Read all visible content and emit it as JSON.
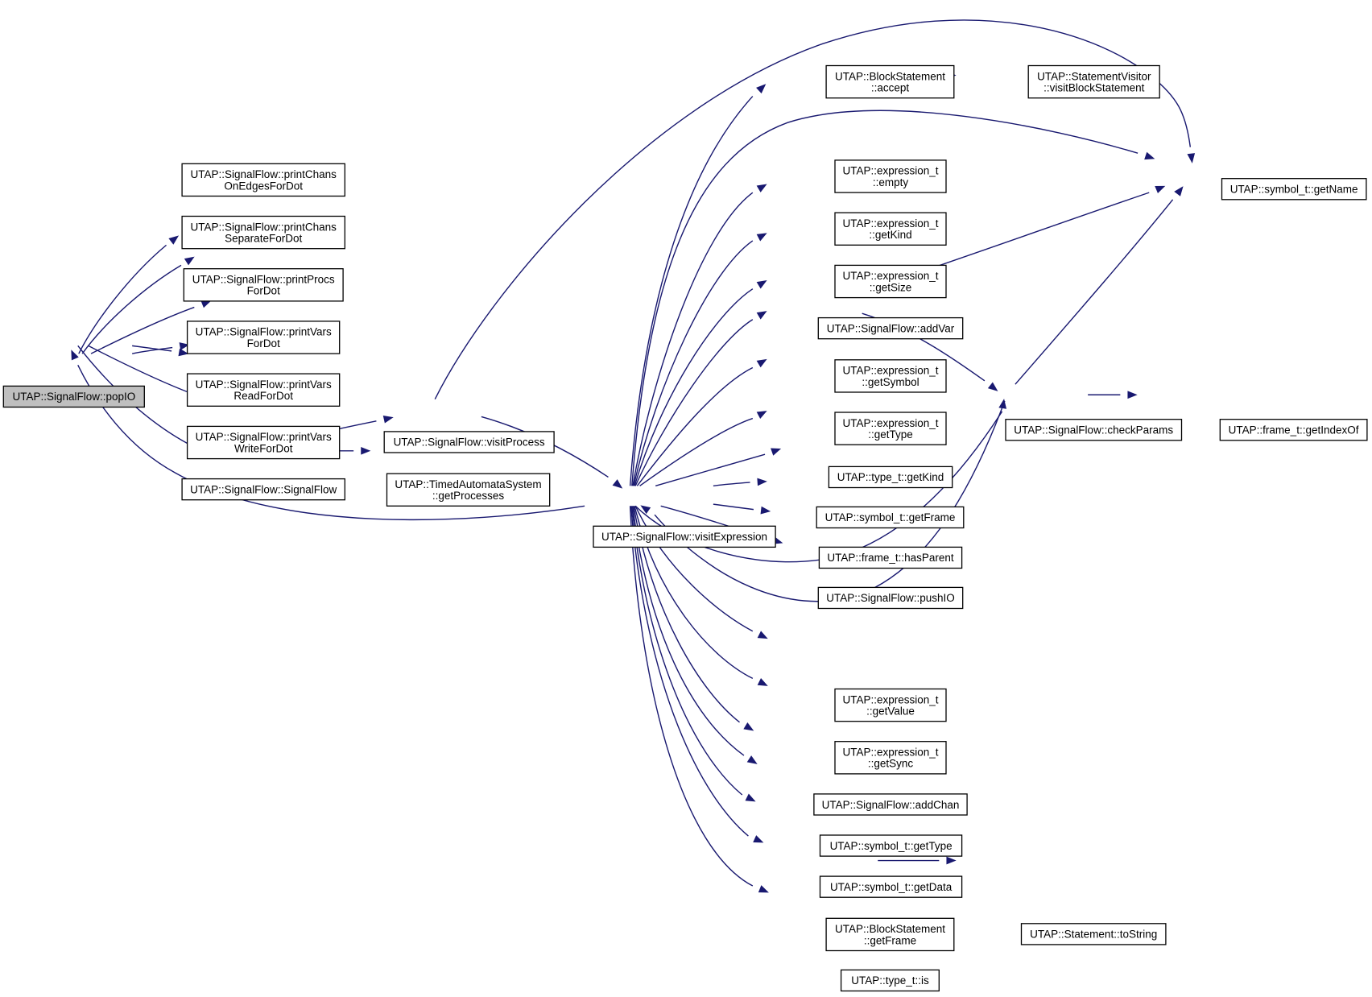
{
  "colors": {
    "edge": "#191970",
    "node_border": "#000000",
    "node_fill": "#ffffff",
    "root_fill": "#bfbfbf",
    "background": "#ffffff"
  },
  "nodes": {
    "popIO": {
      "lines": [
        "UTAP::SignalFlow::popIO"
      ]
    },
    "printChansOnEdges": {
      "lines": [
        "UTAP::SignalFlow::printChans",
        "OnEdgesForDot"
      ]
    },
    "printChansSeparate": {
      "lines": [
        "UTAP::SignalFlow::printChans",
        "SeparateForDot"
      ]
    },
    "printProcs": {
      "lines": [
        "UTAP::SignalFlow::printProcs",
        "ForDot"
      ]
    },
    "printVars": {
      "lines": [
        "UTAP::SignalFlow::printVars",
        "ForDot"
      ]
    },
    "printVarsRead": {
      "lines": [
        "UTAP::SignalFlow::printVars",
        "ReadForDot"
      ]
    },
    "printVarsWrite": {
      "lines": [
        "UTAP::SignalFlow::printVars",
        "WriteForDot"
      ]
    },
    "signalFlowCtor": {
      "lines": [
        "UTAP::SignalFlow::SignalFlow"
      ]
    },
    "visitProcess": {
      "lines": [
        "UTAP::SignalFlow::visitProcess"
      ]
    },
    "getProcesses": {
      "lines": [
        "UTAP::TimedAutomataSystem",
        "::getProcesses"
      ]
    },
    "visitExpression": {
      "lines": [
        "UTAP::SignalFlow::visitExpression"
      ]
    },
    "blockAccept": {
      "lines": [
        "UTAP::BlockStatement",
        "::accept"
      ]
    },
    "visitBlockStatement": {
      "lines": [
        "UTAP::StatementVisitor",
        "::visitBlockStatement"
      ]
    },
    "symGetName": {
      "lines": [
        "UTAP::symbol_t::getName"
      ]
    },
    "exprEmpty": {
      "lines": [
        "UTAP::expression_t",
        "::empty"
      ]
    },
    "exprGetKind": {
      "lines": [
        "UTAP::expression_t",
        "::getKind"
      ]
    },
    "exprGetSize": {
      "lines": [
        "UTAP::expression_t",
        "::getSize"
      ]
    },
    "addVar": {
      "lines": [
        "UTAP::SignalFlow::addVar"
      ]
    },
    "exprGetSymbol": {
      "lines": [
        "UTAP::expression_t",
        "::getSymbol"
      ]
    },
    "exprGetType": {
      "lines": [
        "UTAP::expression_t",
        "::getType"
      ]
    },
    "checkParams": {
      "lines": [
        "UTAP::SignalFlow::checkParams"
      ]
    },
    "getIndexOf": {
      "lines": [
        "UTAP::frame_t::getIndexOf"
      ]
    },
    "typeGetKind": {
      "lines": [
        "UTAP::type_t::getKind"
      ]
    },
    "symGetFrame": {
      "lines": [
        "UTAP::symbol_t::getFrame"
      ]
    },
    "hasParent": {
      "lines": [
        "UTAP::frame_t::hasParent"
      ]
    },
    "pushIO": {
      "lines": [
        "UTAP::SignalFlow::pushIO"
      ]
    },
    "exprGetValue": {
      "lines": [
        "UTAP::expression_t",
        "::getValue"
      ]
    },
    "exprGetSync": {
      "lines": [
        "UTAP::expression_t",
        "::getSync"
      ]
    },
    "addChan": {
      "lines": [
        "UTAP::SignalFlow::addChan"
      ]
    },
    "symGetType": {
      "lines": [
        "UTAP::symbol_t::getType"
      ]
    },
    "symGetData": {
      "lines": [
        "UTAP::symbol_t::getData"
      ]
    },
    "blockGetFrame": {
      "lines": [
        "UTAP::BlockStatement",
        "::getFrame"
      ]
    },
    "toString": {
      "lines": [
        "UTAP::Statement::toString"
      ]
    },
    "typeIs": {
      "lines": [
        "UTAP::type_t::is"
      ]
    }
  }
}
